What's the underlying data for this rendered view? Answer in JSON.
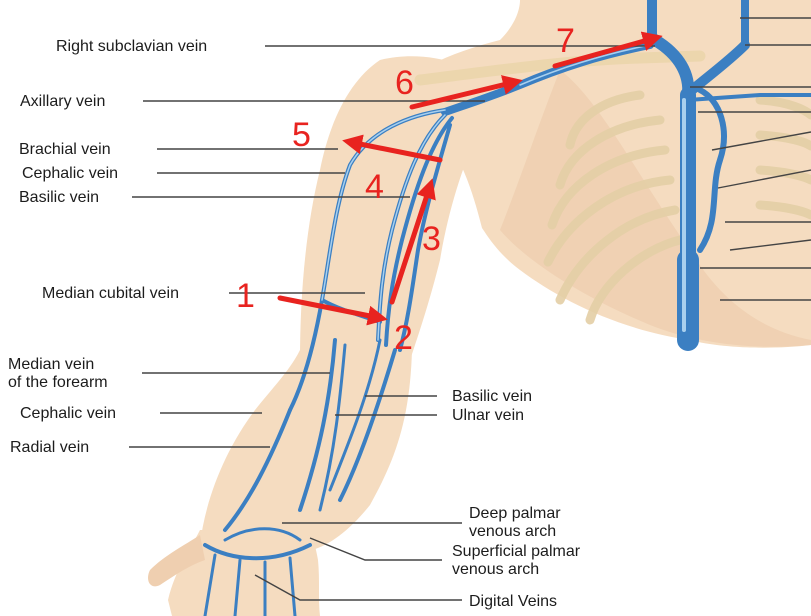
{
  "colors": {
    "skin": "#f5dcc0",
    "skin_shadow": "#e6c09c",
    "bone": "#efdcb6",
    "vein": "#3b7fc2",
    "vein_light": "#a9d0ee",
    "arrow": "#e8231f",
    "leader": "#444444",
    "text": "#1c1c1c"
  },
  "labels": {
    "right_subclavian_vein": "Right subclavian vein",
    "axillary_vein": "Axillary vein",
    "brachial_vein": "Brachial vein",
    "cephalic_vein_upper": "Cephalic vein",
    "basilic_vein_upper": "Basilic vein",
    "median_cubital_vein": "Median cubital vein",
    "median_vein_forearm_line1": "Median vein",
    "median_vein_forearm_line2": "of the forearm",
    "cephalic_vein_lower": "Cephalic vein",
    "radial_vein": "Radial vein",
    "basilic_vein_lower": "Basilic vein",
    "ulnar_vein": "Ulnar vein",
    "deep_palmar_line1": "Deep palmar",
    "deep_palmar_line2": "venous arch",
    "superficial_palmar_line1": "Superficial palmar",
    "superficial_palmar_line2": "venous arch",
    "digital_veins": "Digital Veins"
  },
  "steps": [
    "1",
    "2",
    "3",
    "4",
    "5",
    "6",
    "7"
  ]
}
